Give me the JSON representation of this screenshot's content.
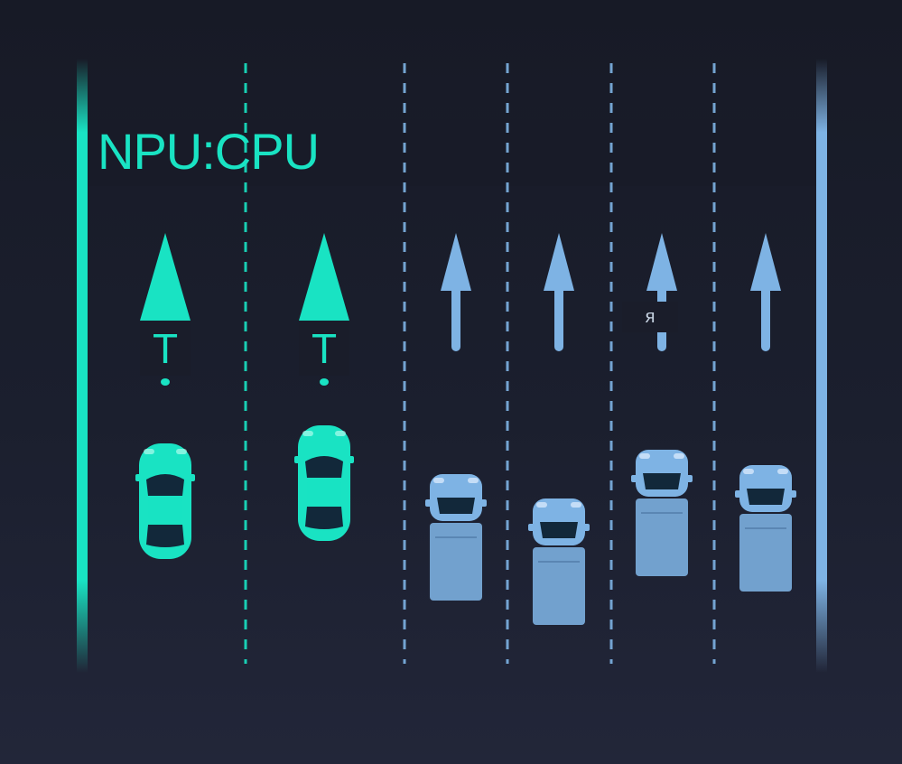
{
  "scene": {
    "title": "NPU:CPU",
    "lanes": [
      {
        "kind": "npu",
        "label": "T",
        "vehicle": "sports-car"
      },
      {
        "kind": "npu",
        "label": "T",
        "vehicle": "sports-car"
      },
      {
        "kind": "cpu",
        "label": "",
        "vehicle": "truck"
      },
      {
        "kind": "cpu",
        "label": "",
        "vehicle": "truck"
      },
      {
        "kind": "cpu",
        "label": "я",
        "vehicle": "truck"
      },
      {
        "kind": "cpu",
        "label": "",
        "vehicle": "truck"
      }
    ]
  },
  "colors": {
    "npu": "#19e3c3",
    "cpu": "#7eb3e4",
    "window": "#12283a",
    "background": "#1b1f2e"
  }
}
